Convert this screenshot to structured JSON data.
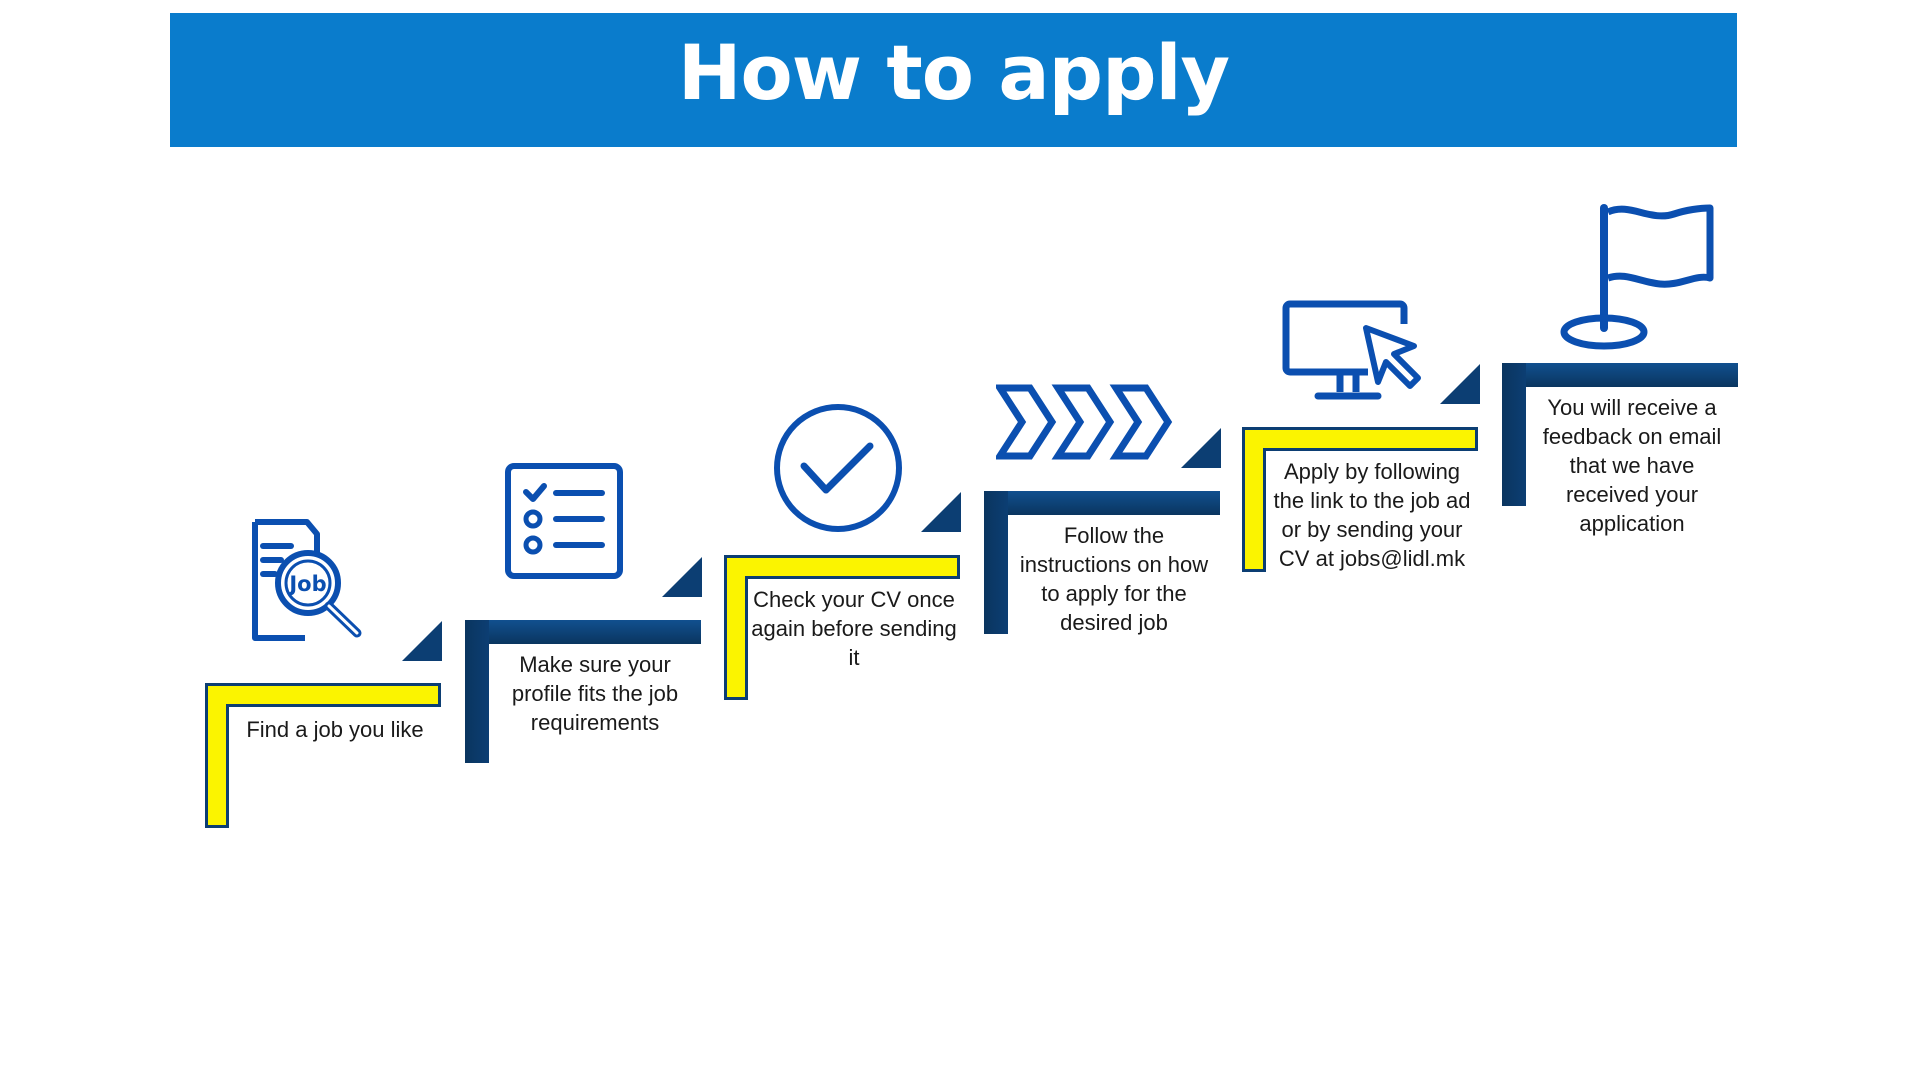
{
  "header": {
    "title": "How to apply"
  },
  "icons": {
    "job_badge": "Job"
  },
  "colors": {
    "banner_blue": "#0a7ccc",
    "navy": "#0c3e73",
    "yellow": "#fbf400",
    "icon_blue": "#0b4fb0"
  },
  "steps": [
    {
      "text": "Find a job you like",
      "style": "yellow",
      "icon": "job-search-icon"
    },
    {
      "text": "Make sure your profile fits the job requirements",
      "style": "navy",
      "icon": "checklist-icon"
    },
    {
      "text": "Check your CV once again before sending it",
      "style": "yellow",
      "icon": "check-circle-icon"
    },
    {
      "text": "Follow the instructions on how to apply for the desired job",
      "style": "navy",
      "icon": "chevrons-icon"
    },
    {
      "text": "Apply by following the link to the job ad or by sending your CV at jobs@lidl.mk",
      "style": "yellow",
      "icon": "monitor-cursor-icon"
    },
    {
      "text": "You will receive a feedback on email that we have received your application",
      "style": "navy",
      "icon": "flag-icon"
    }
  ]
}
